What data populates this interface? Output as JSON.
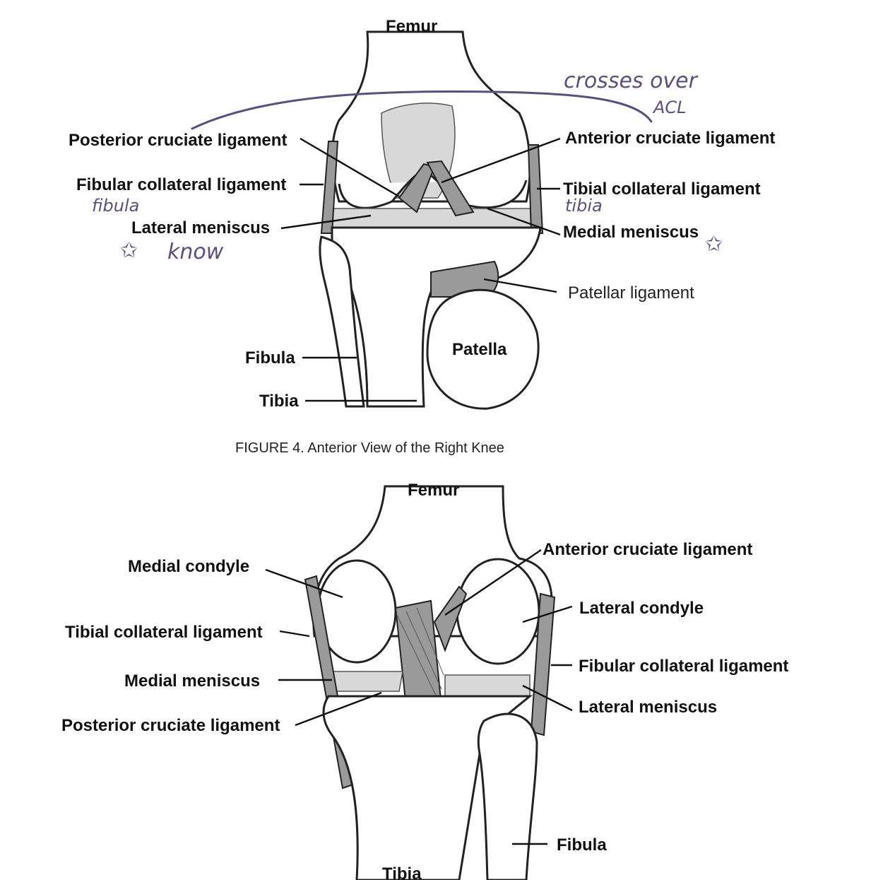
{
  "figure4": {
    "labels": {
      "femur": "Femur",
      "posterior_cruciate": "Posterior cruciate ligament",
      "fibular_collateral": "Fibular collateral ligament",
      "lateral_meniscus": "Lateral meniscus",
      "anterior_cruciate": "Anterior cruciate ligament",
      "tibial_collateral": "Tibial collateral ligament",
      "medial_meniscus": "Medial meniscus",
      "patellar_ligament": "Patellar ligament",
      "patella": "Patella",
      "fibula": "Fibula",
      "tibia": "Tibia"
    },
    "caption": "FIGURE 4.  Anterior View of the Right Knee",
    "annotations": {
      "crosses_over": "crosses over",
      "acl": "ACL",
      "fibula_note": "fibula",
      "know_note": "know",
      "tibia_note": "tibia",
      "star": "✩"
    }
  },
  "figure5": {
    "labels": {
      "femur": "Femur",
      "medial_condyle": "Medial condyle",
      "anterior_cruciate": "Anterior cruciate ligament",
      "lateral_condyle": "Lateral condyle",
      "tibial_collateral": "Tibial collateral ligament",
      "fibular_collateral": "Fibular collateral ligament",
      "medial_meniscus": "Medial meniscus",
      "lateral_meniscus": "Lateral meniscus",
      "posterior_cruciate": "Posterior cruciate ligament",
      "fibula": "Fibula",
      "tibia": "Tibia"
    }
  },
  "colors": {
    "ink": "#111111",
    "handwriting": "#5d4f7c",
    "background": "#ffffff"
  }
}
